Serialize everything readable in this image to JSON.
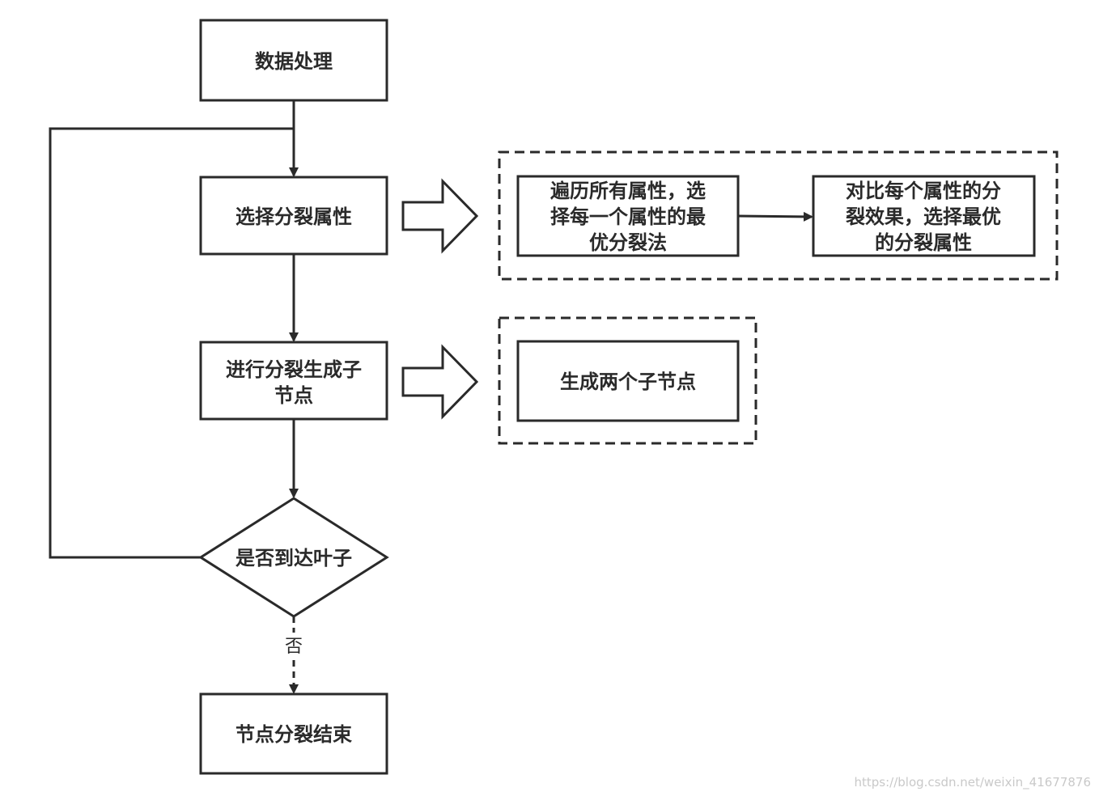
{
  "nodes": {
    "data_processing": "数据处理",
    "select_split_attr": "选择分裂属性",
    "split_generate_children": [
      "进行分裂生成子",
      "节点"
    ],
    "reach_leaf_decision": "是否到达叶子",
    "split_end": "节点分裂结束",
    "traverse_attrs": [
      "遍历所有属性，选",
      "择每一个属性的最",
      "优分裂法"
    ],
    "compare_effects": [
      "对比每个属性的分",
      "裂效果，选择最优",
      "的分裂属性"
    ],
    "generate_two_children": "生成两个子节点"
  },
  "edge_labels": {
    "no": "否"
  },
  "watermark": "https://blog.csdn.net/weixin_41677876"
}
